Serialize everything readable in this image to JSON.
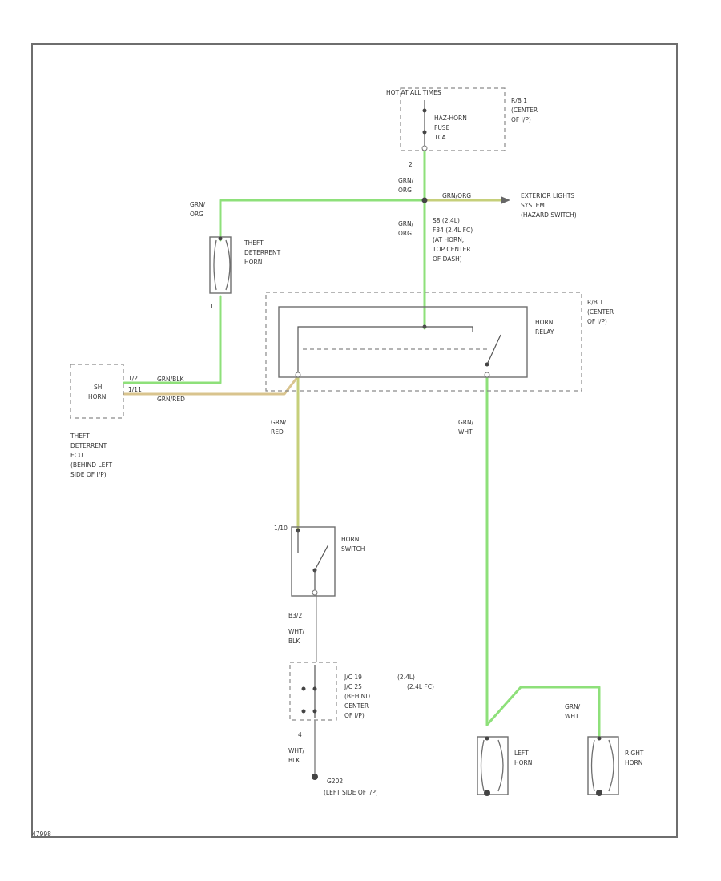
{
  "colors": {
    "green_wire": "#8ee07a",
    "tan_wire": "#d9c48e",
    "yellowgreen_wire": "#c6cf7a",
    "gray_wire": "#b9b9b9",
    "outline": "#6e6e6e"
  },
  "fuse_box": {
    "title": "HOT AT ALL TIMES",
    "lines": [
      "HAZ-HORN",
      "FUSE",
      "10A"
    ],
    "location": [
      "R/B 1",
      "(CENTER",
      "OF I/P)"
    ],
    "pin": "2"
  },
  "wires": {
    "top_left_color": [
      "GRN/",
      "ORG"
    ],
    "top_mid_color": [
      "GRN/",
      "ORG"
    ],
    "exterior_color": "GRN/ORG",
    "exterior_to": [
      "EXTERIOR LIGHTS",
      "SYSTEM",
      "(HAZARD SWITCH)"
    ],
    "lower_mid_color": [
      "GRN/",
      "ORG"
    ],
    "theft_pin": "1",
    "ecu_wire_1": "GRN/BLK",
    "ecu_wire_2": "GRN/RED",
    "relay_out_color": [
      "GRN/",
      "RED"
    ],
    "horn_out_color": [
      "GRN/",
      "WHT"
    ],
    "right_horn_color": [
      "GRN/",
      "WHT"
    ],
    "switch_out_color": [
      "WHT/",
      "BLK"
    ],
    "jc_out_color": [
      "WHT/",
      "BLK"
    ],
    "jc_pin": "4"
  },
  "splice": {
    "lines": [
      "S8     (2.4L)",
      "F34  (2.4L FC)",
      "(AT HORN,",
      "TOP CENTER",
      "OF DASH)"
    ]
  },
  "theft_horn": {
    "label": [
      "THEFT",
      "DETERRENT",
      "HORN"
    ]
  },
  "ecu": {
    "lines": [
      "SH",
      "HORN"
    ],
    "pin1": "1/2",
    "pin2": "1/11",
    "caption": [
      "THEFT",
      "DETERRENT",
      "ECU",
      "(BEHIND LEFT",
      "SIDE OF I/P)"
    ]
  },
  "relay": {
    "label": [
      "HORN",
      "RELAY"
    ],
    "location": [
      "R/B 1",
      "(CENTER",
      "OF I/P)"
    ]
  },
  "horn_switch": {
    "label": [
      "HORN",
      "SWITCH"
    ],
    "pin": "1/10",
    "ground_ref": "B3/2"
  },
  "junction": {
    "lines": [
      "J/C 19",
      "J/C 25",
      "(BEHIND",
      "CENTER",
      "OF I/P)"
    ],
    "side": [
      "(2.4L)",
      "(2.4L FC)"
    ]
  },
  "ground": {
    "id": "G202",
    "location": "(LEFT SIDE OF I/P)"
  },
  "left_horn": {
    "label": [
      "LEFT",
      "HORN"
    ]
  },
  "right_horn": {
    "label": [
      "RIGHT",
      "HORN"
    ]
  },
  "footer": {
    "code": "47998"
  }
}
